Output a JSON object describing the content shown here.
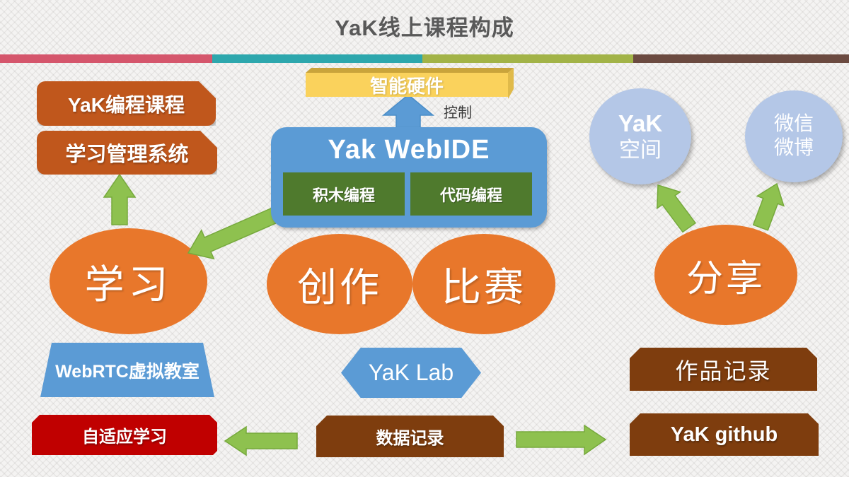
{
  "title": "YaK线上课程构成",
  "colors": {
    "title-gray": "#595959",
    "stripe-pink": "#d5566c",
    "stripe-teal": "#2da7ad",
    "stripe-olive": "#a2b347",
    "stripe-brown": "#6b4a40",
    "orange": "#e8772b",
    "box-orange": "#c0571c",
    "blue": "#5b9bd5",
    "green-box": "#4f7a2d",
    "yellow-face": "#fad25c",
    "yellow-top": "#c9a43b",
    "yellow-side": "#e0ba4a",
    "circle-blue": "#b4c7e7",
    "brown": "#7e3d0e",
    "red": "#c00000",
    "arrow-green": "#8ec14f",
    "arrow-green-edge": "#76a93c",
    "arrow-blue": "#5b9bd5",
    "arrow-blue-edge": "#4b8ec8",
    "control-gray": "#3a3a3a"
  },
  "nodes": {
    "smart_hardware": "智能硬件",
    "control": "控制",
    "webide": "Yak WebIDE",
    "block_prog": "积木编程",
    "code_prog": "代码编程",
    "course": "YaK编程课程",
    "lms": "学习管理系统",
    "learn": "学习",
    "create": "创作",
    "compete": "比赛",
    "share": "分享",
    "space_line1": "YaK",
    "space_line2": "空间",
    "sns_line1": "微信",
    "sns_line2": "微博",
    "webrtc": "WebRTC虚拟教室",
    "lab": "YaK Lab",
    "works": "作品记录",
    "adaptive": "自适应学习",
    "data": "数据记录",
    "github": "YaK github"
  },
  "connections": [
    {
      "from": "Yak WebIDE",
      "to": "智能硬件",
      "label": "控制"
    },
    {
      "from": "Yak WebIDE",
      "to": "学习"
    },
    {
      "from": "学习",
      "to": "学习管理系统"
    },
    {
      "from": "分享",
      "to": "YaK 空间"
    },
    {
      "from": "分享",
      "to": "微信 微博"
    },
    {
      "from": "数据记录",
      "to": "自适应学习"
    },
    {
      "from": "数据记录",
      "to": "YaK github"
    }
  ]
}
